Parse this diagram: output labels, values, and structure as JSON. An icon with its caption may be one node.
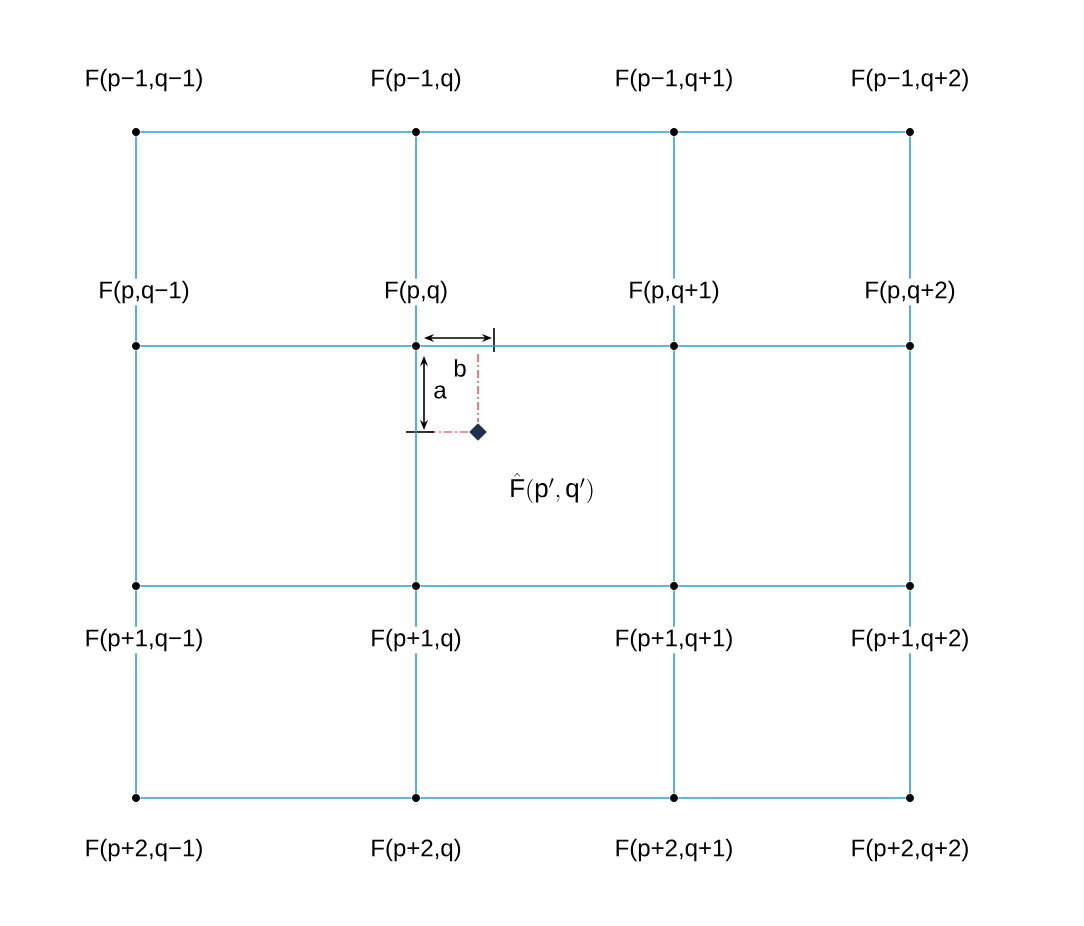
{
  "diagram": {
    "nodes": [
      {
        "text": [],
        "shape": "circle",
        "beside": [
          "F(p−1,q−1)"
        ]
      },
      {
        "text": [],
        "shape": "circle",
        "beside": [
          "F(p−1,q)"
        ]
      },
      {
        "text": [],
        "shape": "circle",
        "beside": [
          "F(p−1,q+1)"
        ]
      },
      {
        "text": [],
        "shape": "circle",
        "beside": [
          "F(p−1,q+2)"
        ]
      },
      {
        "text": [],
        "shape": "circle",
        "beside": [
          "F(p,q−1)"
        ]
      },
      {
        "text": [],
        "shape": "circle",
        "beside": [
          "F(p,q)"
        ]
      },
      {
        "text": [],
        "shape": "circle",
        "beside": [
          "F(p,q+1)"
        ]
      },
      {
        "text": [],
        "shape": "circle",
        "beside": [
          "F(p,q+2)"
        ]
      },
      {
        "text": [],
        "shape": "circle",
        "beside": [
          "F(p+1,q−1)"
        ]
      },
      {
        "text": [],
        "shape": "circle",
        "beside": [
          "F(p+1,q)"
        ]
      },
      {
        "text": [],
        "shape": "circle",
        "beside": [
          "F(p+1,q+1)"
        ]
      },
      {
        "text": [],
        "shape": "circle",
        "beside": [
          "F(p+1,q+2)"
        ]
      },
      {
        "text": [],
        "shape": "circle",
        "beside": [
          "F(p+2,q−1)"
        ]
      },
      {
        "text": [],
        "shape": "circle",
        "beside": [
          "F(p+2,q)"
        ]
      },
      {
        "text": [],
        "shape": "circle",
        "beside": [
          "F(p+2,q+1)"
        ]
      },
      {
        "text": [],
        "shape": "circle",
        "beside": [
          "F(p+2,q+2)"
        ]
      },
      {
        "text": [],
        "shape": "diamond",
        "beside": [
          "\\hat{\\mathrm{F}}(\\mathrm{p}',\\mathrm{q}')"
        ]
      }
    ],
    "edges": [
      {
        "from": 0,
        "to": 1,
        "arrow": "none"
      },
      {
        "from": 1,
        "to": 2,
        "arrow": "none"
      },
      {
        "from": 2,
        "to": 3,
        "arrow": "none"
      },
      {
        "from": 4,
        "to": 5,
        "arrow": "none"
      },
      {
        "from": 5,
        "to": 6,
        "arrow": "none"
      },
      {
        "from": 6,
        "to": 7,
        "arrow": "none"
      },
      {
        "from": 8,
        "to": 9,
        "arrow": "none"
      },
      {
        "from": 9,
        "to": 10,
        "arrow": "none"
      },
      {
        "from": 10,
        "to": 11,
        "arrow": "none"
      },
      {
        "from": 12,
        "to": 13,
        "arrow": "none"
      },
      {
        "from": 13,
        "to": 14,
        "arrow": "none"
      },
      {
        "from": 14,
        "to": 15,
        "arrow": "none"
      },
      {
        "from": 0,
        "to": 4,
        "arrow": "none"
      },
      {
        "from": 4,
        "to": 8,
        "arrow": "none"
      },
      {
        "from": 8,
        "to": 12,
        "arrow": "none"
      },
      {
        "from": 1,
        "to": 5,
        "arrow": "none"
      },
      {
        "from": 5,
        "to": 9,
        "arrow": "none"
      },
      {
        "from": 9,
        "to": 13,
        "arrow": "none"
      },
      {
        "from": 2,
        "to": 6,
        "arrow": "none"
      },
      {
        "from": 6,
        "to": 10,
        "arrow": "none"
      },
      {
        "from": 10,
        "to": 14,
        "arrow": "none"
      },
      {
        "from": 3,
        "to": 7,
        "arrow": "none"
      },
      {
        "from": 7,
        "to": 11,
        "arrow": "none"
      },
      {
        "from": 11,
        "to": 15,
        "arrow": "none"
      }
    ],
    "labels": [
      "b",
      "a"
    ]
  }
}
